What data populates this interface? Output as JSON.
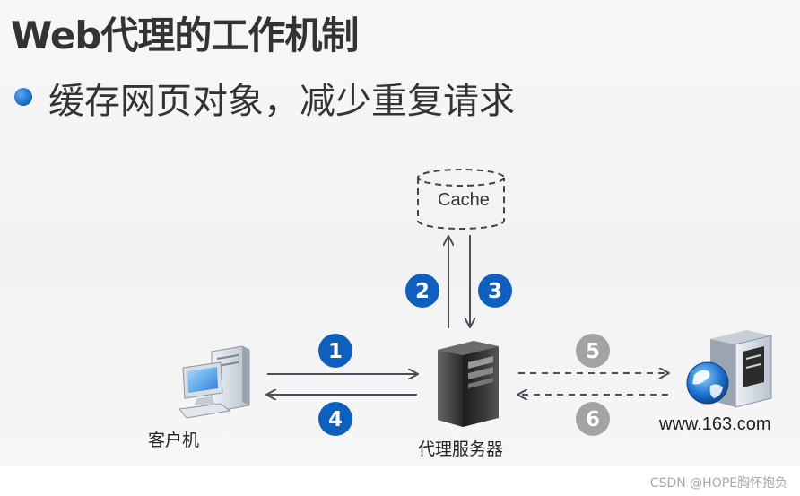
{
  "title": "Web代理的工作机制",
  "bullet": "缓存网页对象，减少重复请求",
  "nodes": {
    "cache": "Cache",
    "client": "客户机",
    "proxy": "代理服务器",
    "server": "www.163.com"
  },
  "steps": [
    "1",
    "2",
    "3",
    "4",
    "5",
    "6"
  ],
  "watermark": "CSDN @HOPE胸怀抱负",
  "colors": {
    "badge_blue": "#0f5fbf",
    "badge_gray": "#9e9e9e",
    "arrow": "#4a4f5c"
  }
}
